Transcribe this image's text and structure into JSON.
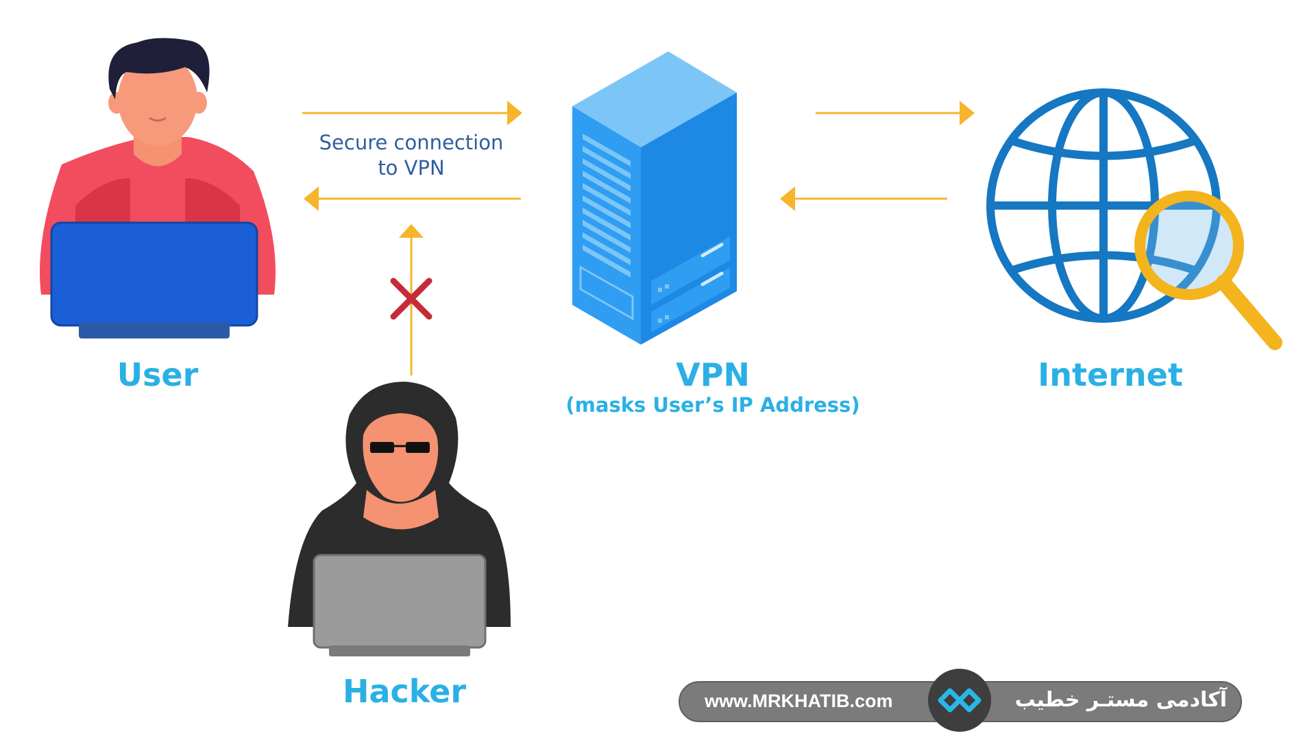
{
  "nodes": {
    "user": {
      "label": "User"
    },
    "vpn": {
      "label": "VPN",
      "sublabel": "(masks User’s IP Address)"
    },
    "internet": {
      "label": "Internet"
    },
    "hacker": {
      "label": "Hacker"
    }
  },
  "connection": {
    "line1": "Secure connection",
    "line2": "to VPN"
  },
  "brand": {
    "url": "www.MRKHATIB.com",
    "name": "آکادمی مستـر خطیب"
  },
  "colors": {
    "arrow": "#f7b52c",
    "label": "#2ab0e4",
    "connection_text": "#2f5d9e",
    "blocked": "#c62b3a",
    "server": "#2f9df2",
    "globe": "#1677c2",
    "magnifier": "#f3b41d"
  },
  "icons": {
    "user": "user-with-laptop-icon",
    "vpn": "server-icon",
    "internet": "globe-search-icon",
    "hacker": "hooded-hacker-icon",
    "blocked": "red-x-icon",
    "brand": "infinity-logo-icon"
  }
}
